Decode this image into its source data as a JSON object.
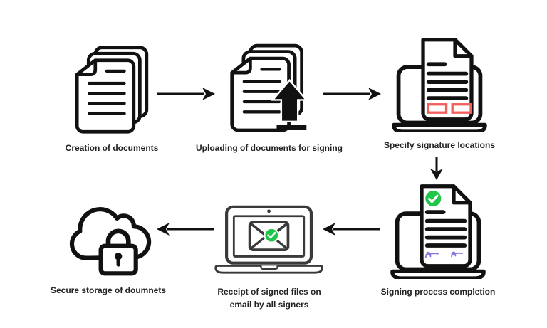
{
  "diagram": {
    "steps": [
      {
        "label": "Creation of documents",
        "icon": "document-stack-icon"
      },
      {
        "label": "Uploading of documents for signing",
        "icon": "document-upload-icon"
      },
      {
        "label": "Specify signature locations",
        "icon": "laptop-signature-fields-icon"
      },
      {
        "label": "Signing process completion",
        "icon": "laptop-signed-document-icon"
      },
      {
        "label": "Receipt of signed files on email by all signers",
        "icon": "laptop-email-check-icon"
      },
      {
        "label": "Secure storage of doumnets",
        "icon": "cloud-lock-icon"
      }
    ],
    "flow": [
      {
        "from": "Creation of documents",
        "to": "Uploading of documents for signing",
        "direction": "right"
      },
      {
        "from": "Uploading of documents for signing",
        "to": "Specify signature locations",
        "direction": "right"
      },
      {
        "from": "Specify signature locations",
        "to": "Signing process completion",
        "direction": "down"
      },
      {
        "from": "Signing process completion",
        "to": "Receipt of signed files on email by all signers",
        "direction": "left"
      },
      {
        "from": "Receipt of signed files on email by all signers",
        "to": "Secure storage of doumnets",
        "direction": "left"
      }
    ],
    "colors": {
      "background": "#ffffff",
      "icon_stroke": "#111111",
      "label_text": "#222222",
      "signature_field_red": "#f2605d",
      "check_green": "#1fc64a",
      "signature_ink_purple": "#8277e0",
      "email_laptop_gray": "#3a3a3a",
      "arrow_black": "#111111"
    }
  }
}
